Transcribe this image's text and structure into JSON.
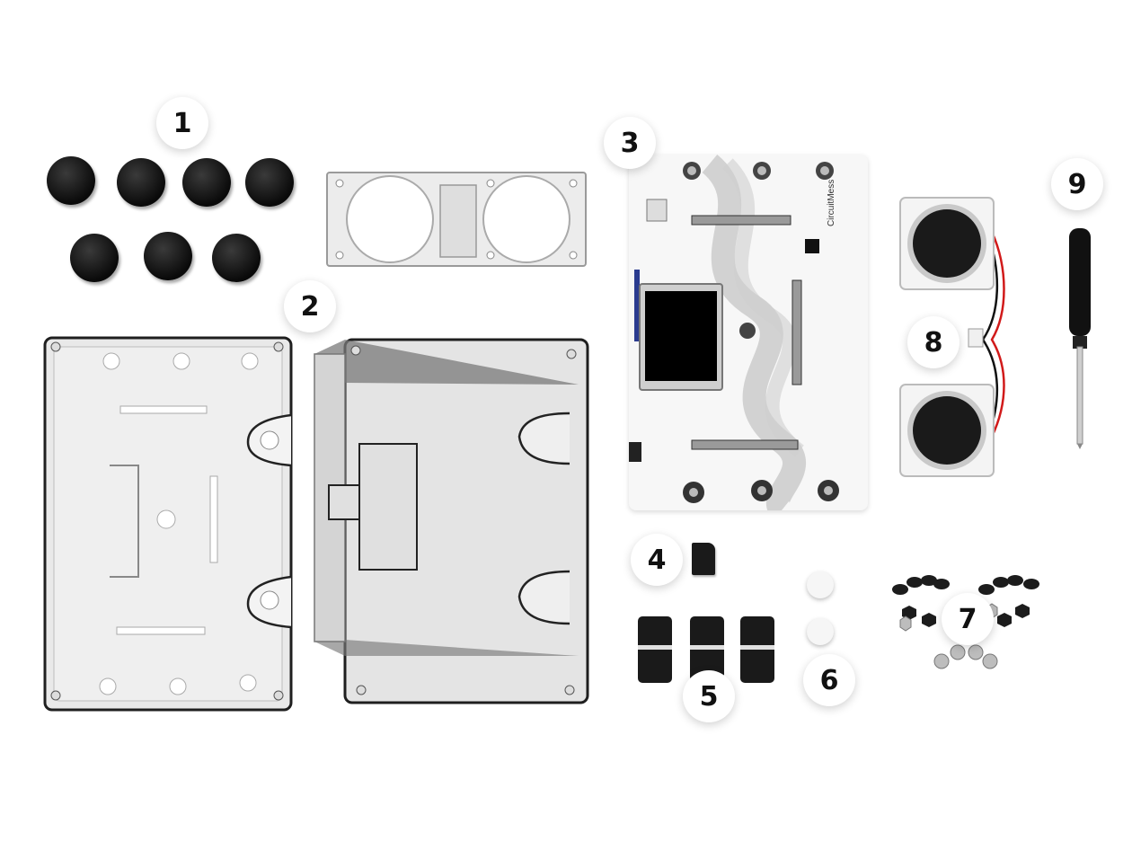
{
  "callouts": {
    "n1": "1",
    "n2": "2",
    "n3": "3",
    "n4": "4",
    "n5": "5",
    "n6": "6",
    "n7": "7",
    "n8": "8",
    "n9": "9"
  },
  "board": {
    "brand": "CircuitMess"
  },
  "colors": {
    "background": "#ffffff",
    "acrylic": "#e6e6e6",
    "acrylic_edge": "#1a1a1a",
    "board": "#f7f7f7",
    "knob": "#111111",
    "wire_red": "#d11a1a"
  }
}
